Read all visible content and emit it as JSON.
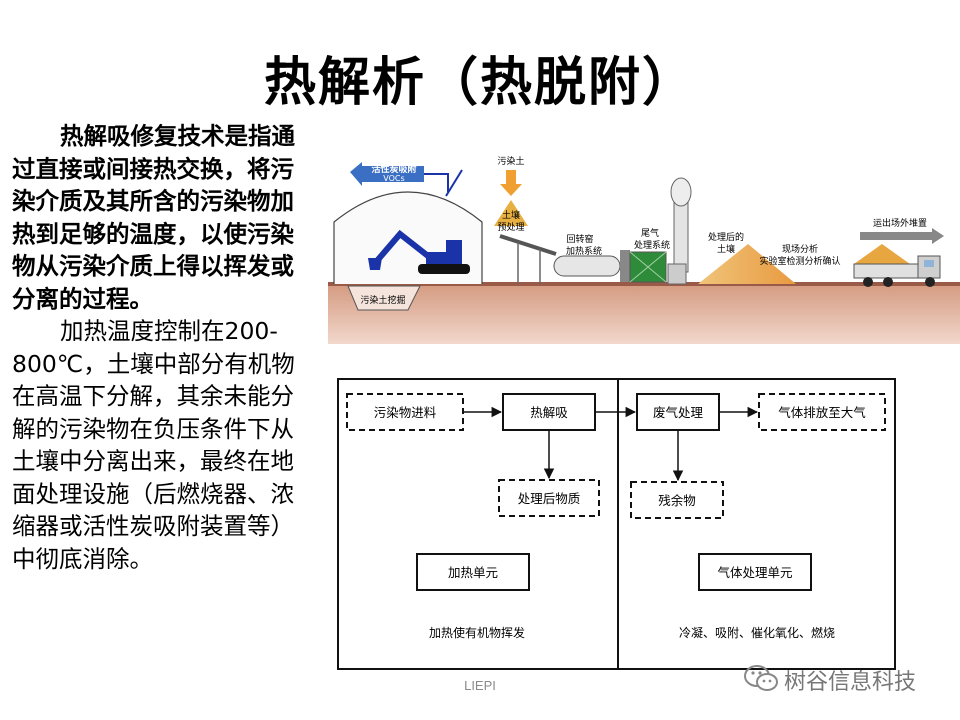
{
  "title": "热解析（热脱附）",
  "body": {
    "para1": "热解吸修复技术是指通过直接或间接热交换，将污染介质及其所含的污染物加热到足够的温度，以使污染物从污染介质上得以挥发或分离的过程。",
    "para2": "加热温度控制在200-800℃，土壤中部分有机物在高温下分解，其余未能分解的污染物在负压条件下从土壤中分离出来，最终在地面处理设施（后燃烧器、浓缩器或活性炭吸附装置等）中彻底消除。"
  },
  "illustration": {
    "carbon_label": "活性炭吸附",
    "vocs": "VOCs",
    "contaminated_soil": "污染土",
    "soil_pretreat_1": "土壤",
    "soil_pretreat_2": "预处理",
    "kiln_1": "回转窑",
    "kiln_2": "加热系统",
    "tailgas_1": "尾气",
    "tailgas_2": "处理系统",
    "treated_1": "处理后的",
    "treated_2": "土壤",
    "onsite_1": "现场分析",
    "onsite_2": "实验室检测分析确认",
    "transport": "运出场外堆置",
    "excavation": "污染土挖掘"
  },
  "flow": {
    "feed": "污染物进料",
    "desorb": "热解吸",
    "treated": "处理后物质",
    "heat_unit": "加热单元",
    "heat_desc": "加热使有机物挥发",
    "offgas": "废气处理",
    "emission": "气体排放至大气",
    "residue": "残余物",
    "gas_unit": "气体处理单元",
    "gas_desc": "冷凝、吸附、催化氧化、燃烧"
  },
  "footer": "LIEPI",
  "watermark": "树谷信息科技",
  "colors": {
    "ground": "#b0705a",
    "excavator": "#1a33a8",
    "truck_load": "#e8a640",
    "banner": "#3a6fc4",
    "kiln_green": "#2e8b3a"
  }
}
